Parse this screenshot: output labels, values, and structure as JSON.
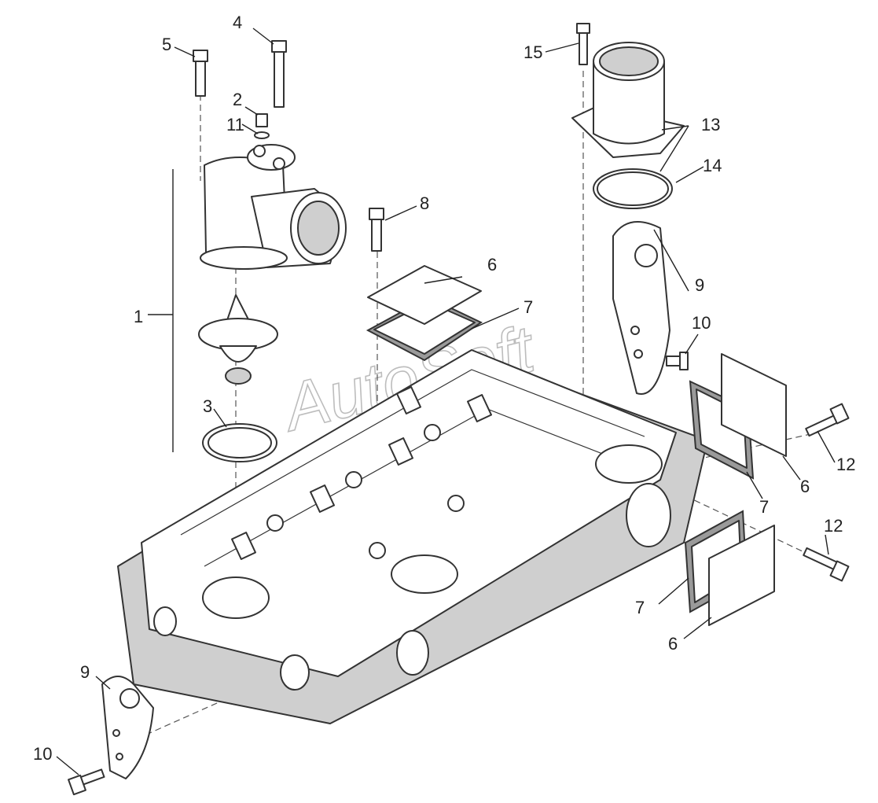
{
  "watermark": "AutoSoft",
  "callouts": {
    "c1": "1",
    "c2": "2",
    "c3": "3",
    "c4": "4",
    "c5": "5",
    "c6a": "6",
    "c6b": "6",
    "c6c": "6",
    "c7a": "7",
    "c7b": "7",
    "c7c": "7",
    "c8": "8",
    "c9a": "9",
    "c9b": "9",
    "c10a": "10",
    "c10b": "10",
    "c11": "11",
    "c12a": "12",
    "c12b": "12",
    "c13": "13",
    "c14": "14",
    "c15": "15"
  }
}
